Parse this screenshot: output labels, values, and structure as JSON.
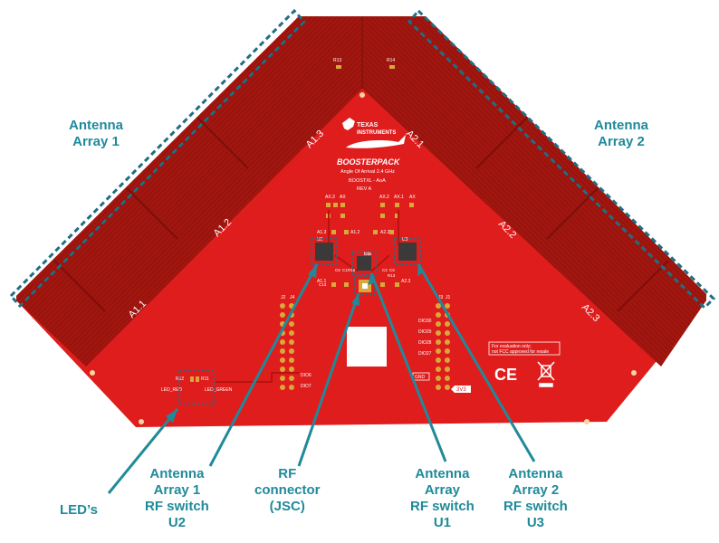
{
  "callouts": {
    "antenna_array_1": [
      "Antenna",
      "Array 1"
    ],
    "antenna_array_2": [
      "Antenna",
      "Array 2"
    ],
    "leds": [
      "LED’s"
    ],
    "switch_u2": [
      "Antenna",
      "Array 1",
      "RF switch",
      "U2"
    ],
    "rf_connector": [
      "RF",
      "connector",
      "(JSC)"
    ],
    "switch_u1": [
      "Antenna",
      "Array",
      "RF switch",
      "U1"
    ],
    "switch_u3": [
      "Antenna",
      "Array 2",
      "RF switch",
      "U3"
    ]
  },
  "board": {
    "brand_line1": "TEXAS",
    "brand_line2": "INSTRUMENTS",
    "product": "BOOSTERPACK",
    "subtitle": "Angle Of Arrival 2.4 GHz",
    "model": "BOOSTXL - AoA",
    "revision": "REV A",
    "antenna_labels": [
      "A1.1",
      "A1.2",
      "A1.3",
      "A2.1",
      "A2.2",
      "A2.3"
    ],
    "top_resistors": [
      "R13",
      "R14"
    ],
    "ax_labels": [
      "AX.3",
      "AX",
      "AX.2",
      "AX.1",
      "AX"
    ],
    "mid_labels": [
      "A1.3",
      "A1.2",
      "A2.2",
      "A2.1",
      "A2.3"
    ],
    "switch_labels": [
      "U2",
      "U1",
      "U3"
    ],
    "cap_labels": [
      "C8",
      "C1",
      "R15",
      "C2",
      "C9",
      "C16",
      "C13",
      "R13"
    ],
    "header_labels": [
      "J2",
      "J1",
      "J3",
      "J4"
    ],
    "dio_left": [
      "DIO6",
      "DIO7"
    ],
    "dio_right": [
      "DIO30",
      "DIO29",
      "DIO28",
      "DIO27"
    ],
    "led_labels": [
      "R12",
      "R11",
      "LED_RED",
      "LED_GREEN"
    ],
    "notice_line1": "For evaluation only;",
    "notice_line2": "not FCC approved for resale",
    "ce_mark": "CE",
    "power_label": "3V3",
    "gnd_label": "GND"
  },
  "colors": {
    "board_red": "#e01d1d",
    "antenna_dark": "#a2160f",
    "callout_teal": "#1f8a9a",
    "silkscreen": "#ffffff",
    "pad_gold": "#d8a83a"
  }
}
